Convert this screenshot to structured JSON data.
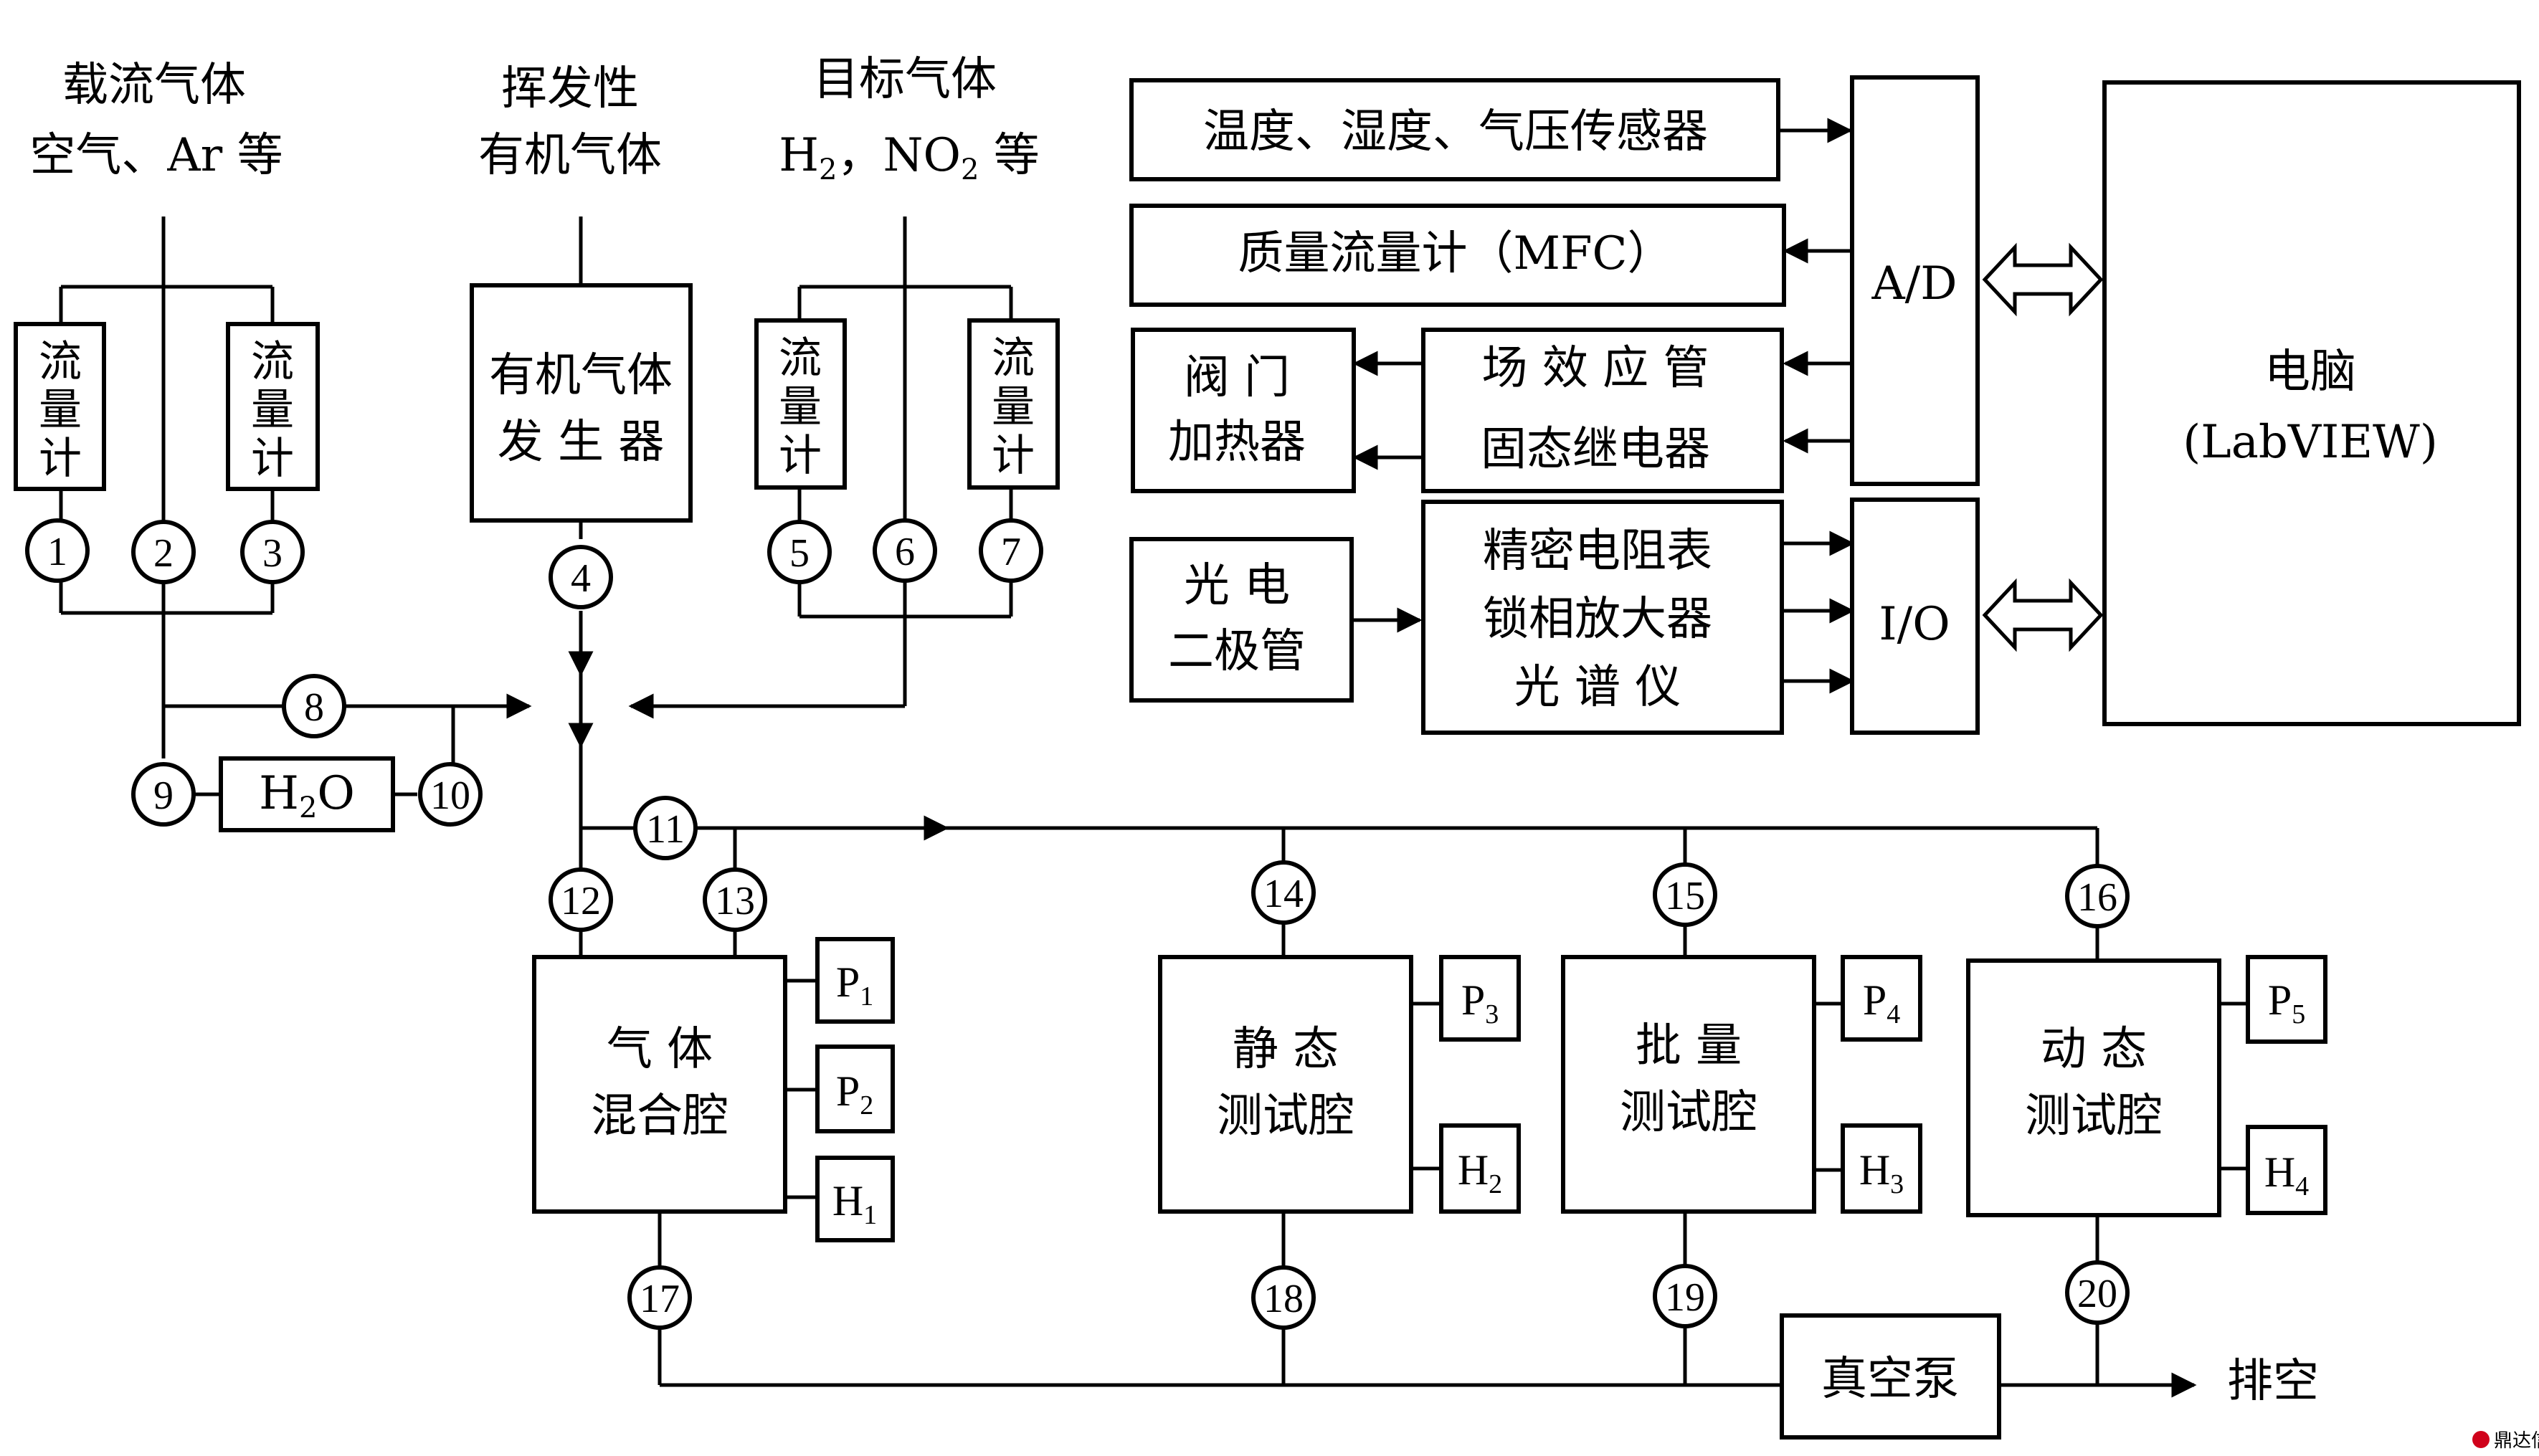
{
  "sources": {
    "carrier": {
      "line1": "载流气体",
      "line2": "空气、Ar 等"
    },
    "volatile": {
      "line1": "挥发性",
      "line2": "有机气体"
    },
    "target": {
      "line1": "目标气体",
      "line2": "H",
      "line2_sub": "2",
      "line2_rest": "，NO",
      "line2_sub2": "2",
      "line2_end": " 等"
    }
  },
  "flowmeter_text": [
    "流",
    "量",
    "计"
  ],
  "generator": {
    "line1": "有机气体",
    "line2": "发 生 器"
  },
  "water": {
    "main": "H",
    "sub": "2",
    "end": "O"
  },
  "valves": [
    "1",
    "2",
    "3",
    "4",
    "5",
    "6",
    "7",
    "8",
    "9",
    "10",
    "11",
    "12",
    "13",
    "14",
    "15",
    "16",
    "17",
    "18",
    "19",
    "20"
  ],
  "chambers": {
    "mix": {
      "line1": "气   体",
      "line2": "混合腔"
    },
    "static": {
      "line1": "静   态",
      "line2": "测试腔"
    },
    "batch": {
      "line1": "批   量",
      "line2": "测试腔"
    },
    "dynamic": {
      "line1": "动   态",
      "line2": "测试腔"
    }
  },
  "sensors": {
    "p1": {
      "main": "P",
      "sub": "1"
    },
    "p2": {
      "main": "P",
      "sub": "2"
    },
    "h1": {
      "main": "H",
      "sub": "1"
    },
    "p3": {
      "main": "P",
      "sub": "3"
    },
    "h2": {
      "main": "H",
      "sub": "2"
    },
    "p4": {
      "main": "P",
      "sub": "4"
    },
    "h3": {
      "main": "H",
      "sub": "3"
    },
    "p5": {
      "main": "P",
      "sub": "5"
    },
    "h4": {
      "main": "H",
      "sub": "4"
    }
  },
  "vacuum": {
    "pump": "真空泵",
    "exhaust": "排空"
  },
  "control": {
    "env_sensor": "温度、湿度、气压传感器",
    "mfc": "质量流量计（MFC）",
    "valve_heater": {
      "line1": "阀   门",
      "line2": "加热器"
    },
    "fet_relay": {
      "line1": "场 效 应 管",
      "line2": "固态继电器"
    },
    "photodiode": {
      "line1": "光   电",
      "line2": "二极管"
    },
    "instruments": {
      "line1": "精密电阻表",
      "line2": "锁相放大器",
      "line3": "光   谱   仪"
    },
    "ad": "A/D",
    "io": "I/O",
    "pc": {
      "line1": "电脑",
      "line2": "(LabVIEW)"
    }
  },
  "watermark": "鼎达信"
}
